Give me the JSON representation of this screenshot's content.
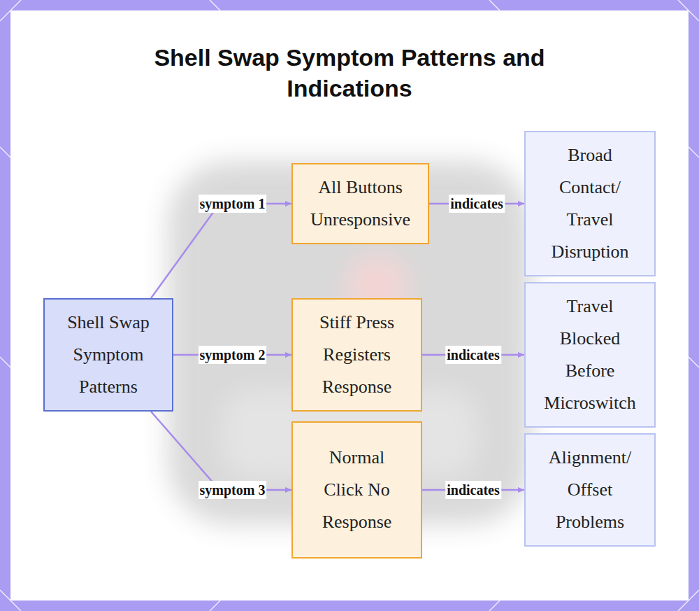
{
  "diagram": {
    "title": "Shell Swap Symptom Patterns and Indications",
    "nodes": [
      {
        "text": [
          "Shell Swap Symptom Patterns"
        ]
      },
      {
        "text": [
          "All Buttons Unresponsive"
        ]
      },
      {
        "text": [
          "Stiff Press Registers Response"
        ]
      },
      {
        "text": [
          "Normal Click No Response"
        ]
      },
      {
        "text": [
          "Broad Contact/ Travel Disruption"
        ]
      },
      {
        "text": [
          "Travel Blocked Before Microswitch"
        ]
      },
      {
        "text": [
          "Alignment/ Offset Problems"
        ]
      }
    ],
    "edges": [
      {
        "from": 0,
        "to": 1,
        "arrow": "to",
        "label": "symptom 1"
      },
      {
        "from": 0,
        "to": 2,
        "arrow": "to",
        "label": "symptom 2"
      },
      {
        "from": 0,
        "to": 3,
        "arrow": "to",
        "label": "symptom 3"
      },
      {
        "from": 1,
        "to": 4,
        "arrow": "to",
        "label": "indicates"
      },
      {
        "from": 2,
        "to": 5,
        "arrow": "to",
        "label": "indicates"
      },
      {
        "from": 3,
        "to": 6,
        "arrow": "to",
        "label": "indicates"
      }
    ]
  }
}
